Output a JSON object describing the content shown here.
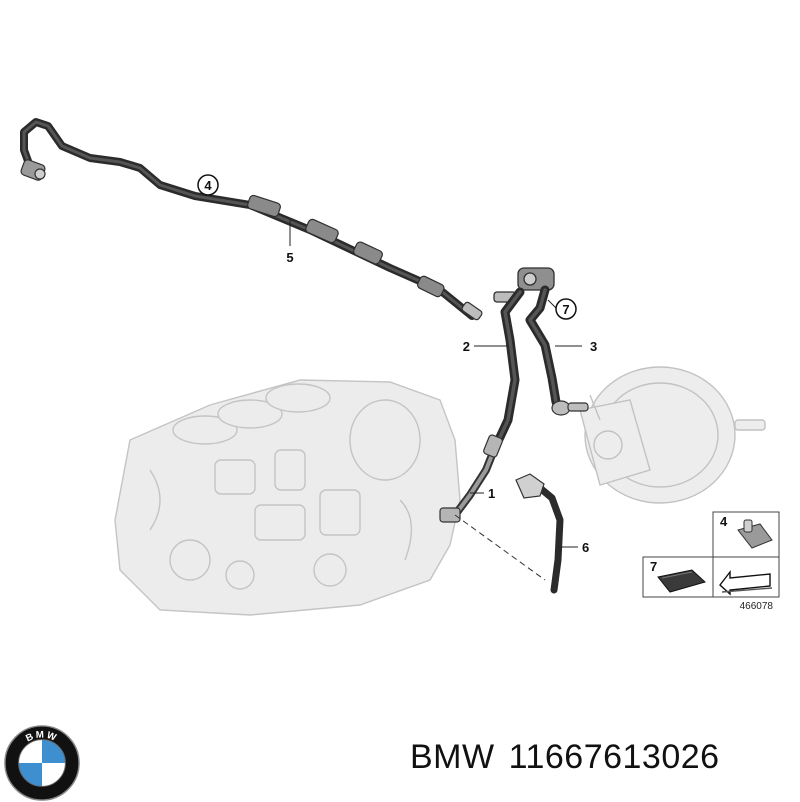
{
  "diagram": {
    "callouts": [
      "4",
      "5",
      "2",
      "3",
      "7",
      "1",
      "6"
    ],
    "legend": {
      "item_top": "4",
      "item_bottom": "7",
      "reference_number": "466078"
    }
  },
  "caption": {
    "brand": "BMW",
    "part_number": "11667613026"
  },
  "logo": {
    "text": "BMW",
    "colors": {
      "blue": "#3d8fd0",
      "white": "#ffffff",
      "ring": "#111111"
    }
  }
}
